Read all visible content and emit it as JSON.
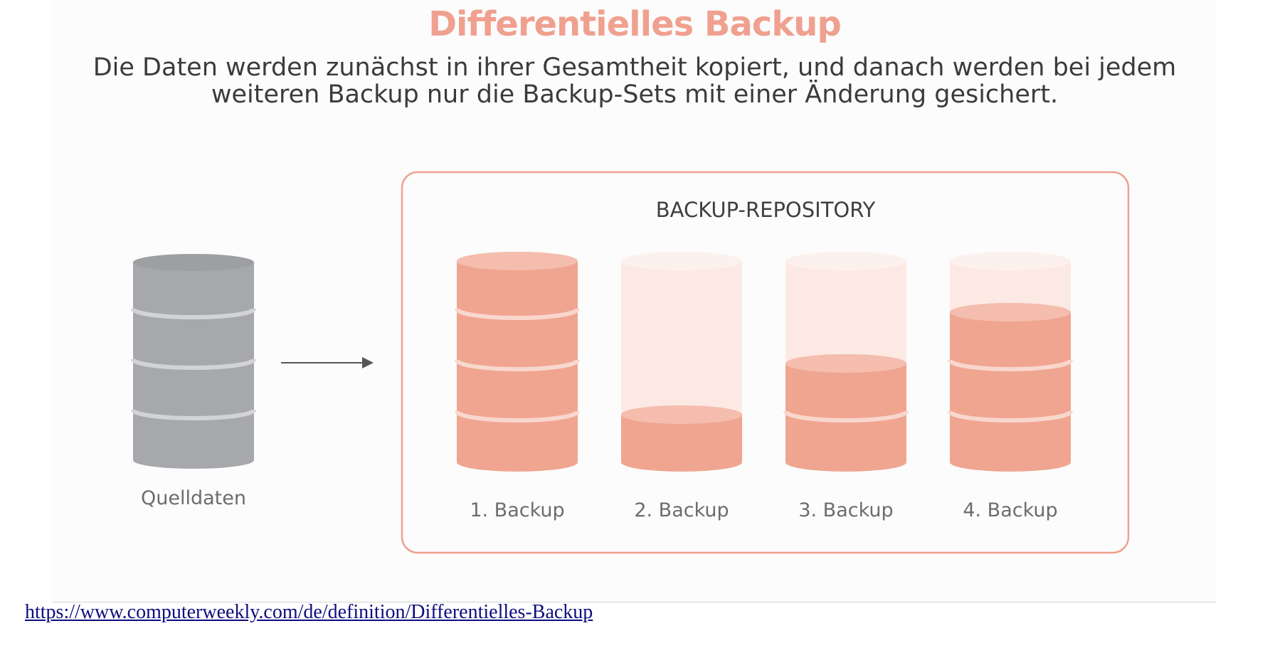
{
  "title": "Differentielles Backup",
  "subtitle_line1": "Die Daten werden zunächst in ihrer Gesamtheit kopiert, und danach werden bei jedem",
  "subtitle_line2": "weiteren Backup nur die Backup-Sets mit einer Änderung gesichert.",
  "source": {
    "label": "Quelldaten",
    "segments": 4
  },
  "repository": {
    "label": "BACKUP-REPOSITORY",
    "backups": [
      {
        "label": "1. Backup",
        "filled_segments": 4
      },
      {
        "label": "2. Backup",
        "filled_segments": 1
      },
      {
        "label": "3. Backup",
        "filled_segments": 2
      },
      {
        "label": "4. Backup",
        "filled_segments": 3
      }
    ],
    "capacity_segments": 4
  },
  "link": {
    "text": "https://www.computerweekly.com/de/definition/Differentielles-Backup"
  },
  "colors": {
    "title": "#f0a08f",
    "source_body": "#a7a8ab",
    "source_top": "#9e9fa2",
    "source_band": "#d2d3d5",
    "backup_body": "#f0a590",
    "backup_top": "#f4bdad",
    "backup_band": "#f8d7cd",
    "backup_empty": "#fde9e3",
    "backup_empty_top": "#fdf1ed",
    "repository_border": "#f0a08f"
  }
}
